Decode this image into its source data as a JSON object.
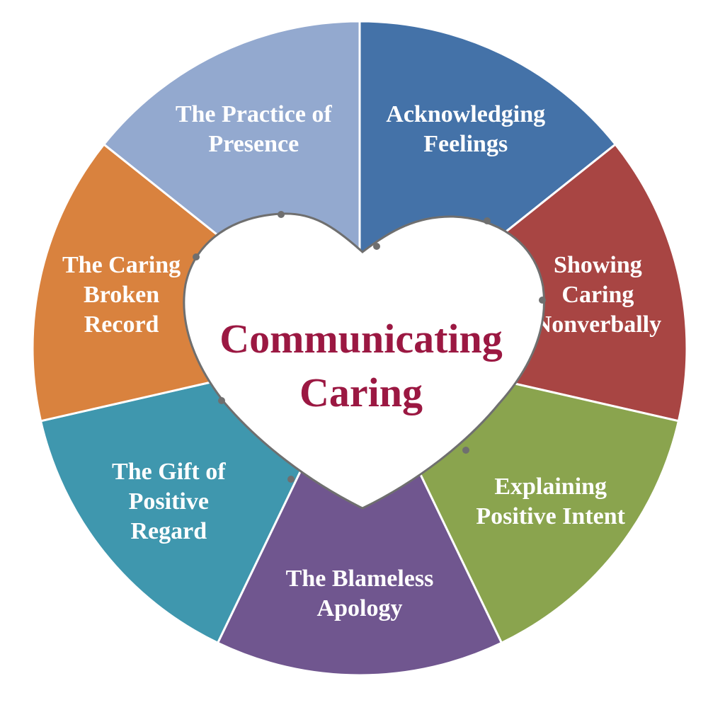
{
  "center": {
    "line1": "Communicating",
    "line2": "Caring",
    "color": "#9b1842"
  },
  "segments": [
    {
      "id": "acknowledging-feelings",
      "lines": [
        "Acknowledging",
        "Feelings"
      ],
      "color": "#4472a8"
    },
    {
      "id": "showing-caring-nonverbally",
      "lines": [
        "Showing",
        "Caring",
        "Nonverbally"
      ],
      "color": "#a84543"
    },
    {
      "id": "explaining-positive-intent",
      "lines": [
        "Explaining",
        "Positive Intent"
      ],
      "color": "#8aa44e"
    },
    {
      "id": "the-blameless-apology",
      "lines": [
        "The Blameless",
        "Apology"
      ],
      "color": "#70568f"
    },
    {
      "id": "the-gift-of-positive-regard",
      "lines": [
        "The Gift of",
        "Positive",
        "Regard"
      ],
      "color": "#3f97ae"
    },
    {
      "id": "the-caring-broken-record",
      "lines": [
        "The Caring",
        "Broken",
        "Record"
      ],
      "color": "#d9823e"
    },
    {
      "id": "the-practice-of-presence",
      "lines": [
        "The Practice of",
        "Presence"
      ],
      "color": "#93a9cf"
    }
  ]
}
